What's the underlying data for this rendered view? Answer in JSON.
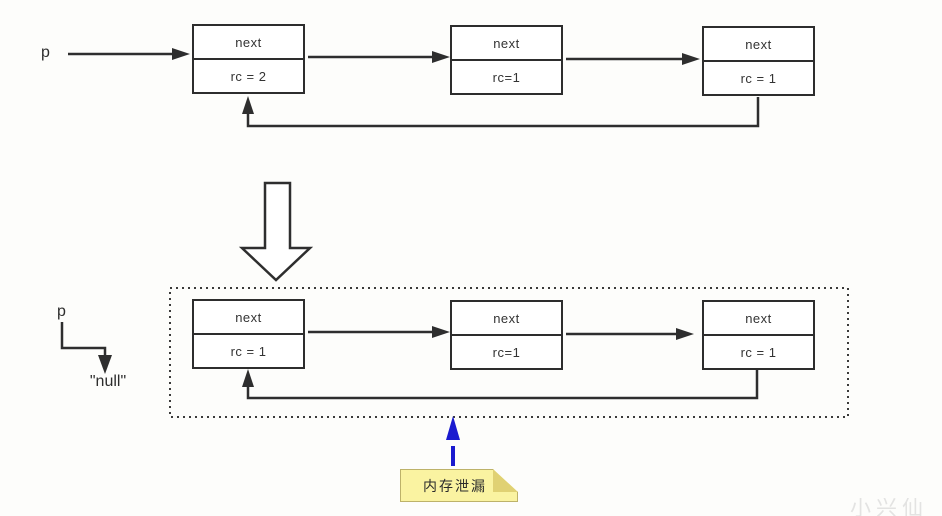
{
  "top_diagram": {
    "pointer_label": "p",
    "nodes": [
      {
        "field": "next",
        "rc": "rc = 2"
      },
      {
        "field": "next",
        "rc": "rc=1"
      },
      {
        "field": "next",
        "rc": "rc = 1"
      }
    ]
  },
  "bottom_diagram": {
    "pointer_label": "p",
    "null_label": "\"null\"",
    "nodes": [
      {
        "field": "next",
        "rc": "rc = 1"
      },
      {
        "field": "next",
        "rc": "rc=1"
      },
      {
        "field": "next",
        "rc": "rc = 1"
      }
    ]
  },
  "note": {
    "text": "内存泄漏"
  },
  "watermark": {
    "text": "小兴仙"
  },
  "colors": {
    "line": "#2e2e2e",
    "arrow_blue": "#1a1acf",
    "note_fill": "#faf3a1",
    "note_fold": "#e0d173",
    "background": "#fdfdfb"
  }
}
